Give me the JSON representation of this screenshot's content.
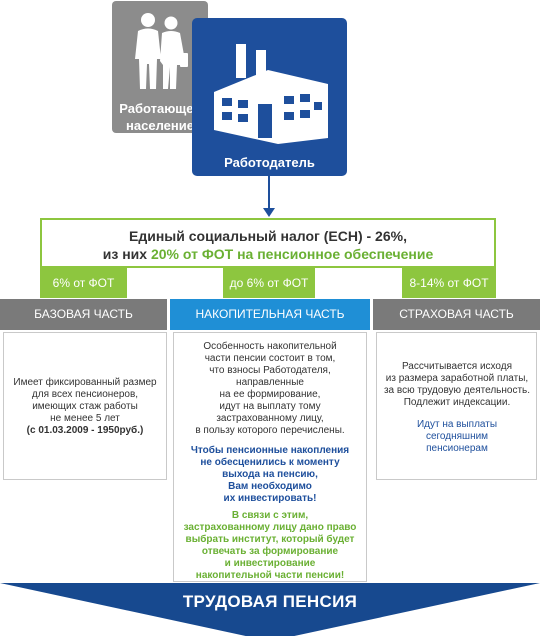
{
  "population": {
    "label_line1": "Работающее",
    "label_line2": "население"
  },
  "employer": {
    "label": "Работодатель"
  },
  "tax": {
    "line1": "Единый социальный налог (ЕСН) - 26%,",
    "line2_prefix": "из них ",
    "line2_highlight": "20% от ФОТ на пенсионное обеспечение"
  },
  "percentages": [
    "6% от ФОТ",
    "до 6% от ФОТ",
    "8-14% от ФОТ"
  ],
  "sections": [
    {
      "header": "БАЗОВАЯ ЧАСТЬ",
      "lines": [
        "Имеет фиксированный размер",
        "для всех пенсионеров,",
        "имеющих стаж работы",
        "не менее 5 лет"
      ],
      "date_note": "(с 01.03.2009 - 1950руб.)"
    },
    {
      "header": "НАКОПИТЕЛЬНАЯ ЧАСТЬ",
      "lines": [
        "Особенность накопительной",
        "части пенсии состоит в том,",
        "что взносы Работодателя,",
        "направленные",
        "на ее формирование,",
        "идут на выплату тому",
        "застрахованному лицу,",
        "в пользу которого перечислены."
      ],
      "warning_lines": [
        "Чтобы пенсионные накопления",
        "не обесценились к моменту",
        "выхода на пенсию,",
        "Вам необходимо",
        "их инвестировать!"
      ],
      "choice_lines": [
        "В связи с этим,",
        "застрахованному лицу дано право",
        "выбрать институт, который будет",
        "отвечать за формирование",
        "и инвестирование",
        "накопительной части пенсии!"
      ]
    },
    {
      "header": "СТРАХОВАЯ ЧАСТЬ",
      "lines": [
        "Рассчитывается исходя",
        "из размера заработной платы,",
        "за всю трудовую деятельность.",
        "Подлежит индексации."
      ],
      "note_lines": [
        "Идут на выплаты",
        "сегодняшним",
        "пенсионерам"
      ]
    }
  ],
  "footer": {
    "label": "ТРУДОВАЯ ПЕНСИЯ"
  },
  "colors": {
    "employer_blue": "#1e4f9c",
    "population_gray": "#8c8c8c",
    "green": "#8dc63f",
    "accent_blue": "#1f8fd6",
    "banner_blue": "#17498f"
  }
}
